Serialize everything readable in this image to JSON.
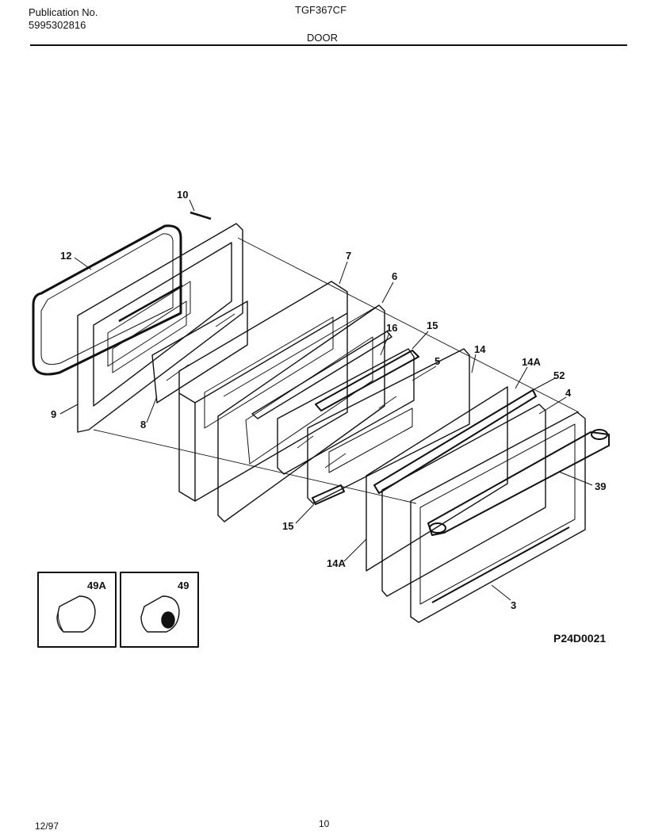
{
  "header": {
    "publication_label": "Publication No.",
    "publication_number": "5995302816",
    "model": "TGF367CF",
    "section": "DOOR"
  },
  "figure_code": "P24D0021",
  "callouts": {
    "c10": "10",
    "c12": "12",
    "c9": "9",
    "c8": "8",
    "c7": "7",
    "c6": "6",
    "c16": "16",
    "c15a": "15",
    "c15b": "15",
    "c5": "5",
    "c14": "14",
    "c14a_top": "14A",
    "c14a_bottom": "14A",
    "c52": "52",
    "c4": "4",
    "c39": "39",
    "c3": "3",
    "c49a": "49A",
    "c49": "49"
  },
  "footer": {
    "date": "12/97",
    "page": "10"
  }
}
